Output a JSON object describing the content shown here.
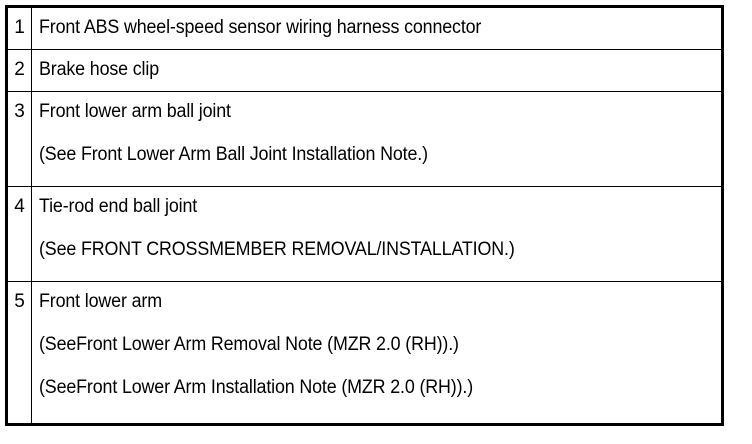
{
  "table": {
    "columns": [
      "number",
      "description"
    ],
    "rows": [
      {
        "number": "1",
        "lines": [
          "Front ABS wheel-speed sensor wiring harness connector"
        ]
      },
      {
        "number": "2",
        "lines": [
          "Brake hose clip"
        ]
      },
      {
        "number": "3",
        "lines": [
          "Front lower arm ball joint",
          "(See Front Lower Arm Ball Joint Installation Note.)"
        ]
      },
      {
        "number": "4",
        "lines": [
          "Tie-rod end ball joint",
          "(See FRONT CROSSMEMBER REMOVAL/INSTALLATION.)"
        ]
      },
      {
        "number": "5",
        "lines": [
          "Front lower arm",
          "(SeeFront Lower Arm Removal Note (MZR 2.0 (RH)).)",
          "(SeeFront Lower Arm Installation Note (MZR 2.0 (RH)).)"
        ]
      }
    ]
  },
  "colors": {
    "background": "#ffffff",
    "border": "#000000",
    "text": "#000000"
  }
}
